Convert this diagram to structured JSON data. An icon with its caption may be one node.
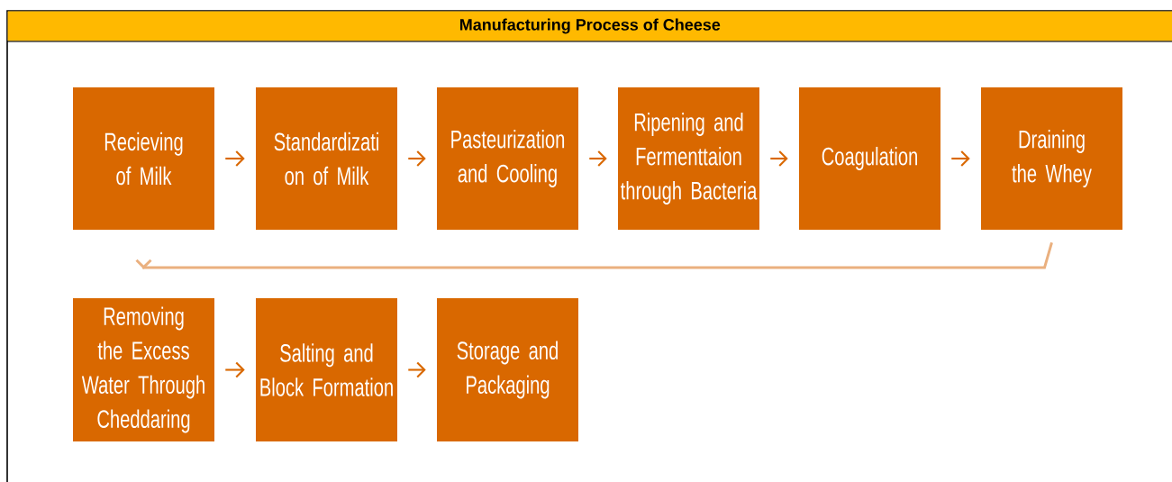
{
  "diagram": {
    "title": "Manufacturing Process of Cheese",
    "nodes": [
      {
        "text": [
          "Recieving of Milk"
        ]
      },
      {
        "text": [
          "Standardizati on of Milk"
        ]
      },
      {
        "text": [
          "Pasteurization and Cooling"
        ]
      },
      {
        "text": [
          "Ripening and Fermenttaion through Bacteria"
        ]
      },
      {
        "text": [
          "Coagulation"
        ]
      },
      {
        "text": [
          "Draining the Whey"
        ]
      },
      {
        "text": [
          "Removing the Excess Water Through Cheddaring"
        ]
      },
      {
        "text": [
          "Salting and Block Formation"
        ]
      },
      {
        "text": [
          "Storage and Packaging"
        ]
      }
    ],
    "edges": [
      {
        "from": 0,
        "to": 1,
        "arrow": "to"
      },
      {
        "from": 1,
        "to": 2,
        "arrow": "to"
      },
      {
        "from": 2,
        "to": 3,
        "arrow": "to"
      },
      {
        "from": 3,
        "to": 4,
        "arrow": "to"
      },
      {
        "from": 4,
        "to": 5,
        "arrow": "to"
      },
      {
        "from": 5,
        "to": 6,
        "arrow": "to",
        "color": "#eab07f"
      },
      {
        "from": 6,
        "to": 7,
        "arrow": "to"
      },
      {
        "from": 7,
        "to": 8,
        "arrow": "to"
      }
    ]
  }
}
